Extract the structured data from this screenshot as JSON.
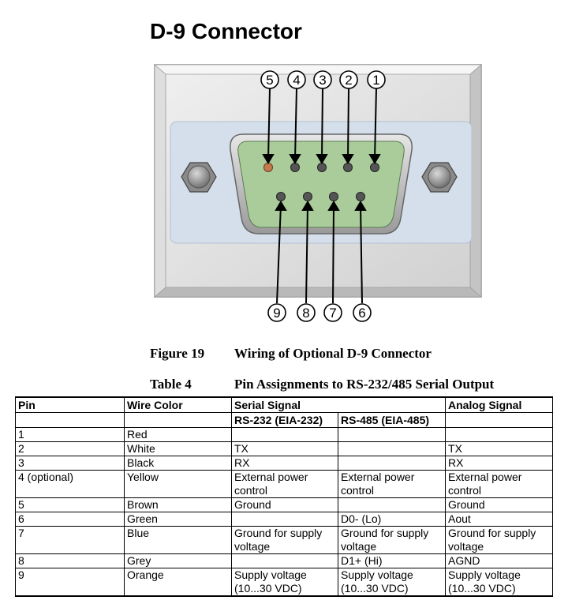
{
  "title": "D-9 Connector",
  "diagram": {
    "top_pins": [
      "5",
      "4",
      "3",
      "2",
      "1"
    ],
    "bottom_pins": [
      "9",
      "8",
      "7",
      "6"
    ]
  },
  "figure": {
    "number": "Figure 19",
    "caption": "Wiring of Optional D-9 Connector"
  },
  "table": {
    "number": "Table 4",
    "caption": "Pin Assignments to RS-232/485 Serial Output",
    "headers": {
      "pin": "Pin",
      "wire_color": "Wire Color",
      "serial_signal": "Serial Signal",
      "analog_signal": "Analog Signal"
    },
    "subheaders": {
      "rs232": "RS-232 (EIA-232)",
      "rs485": "RS-485 (EIA-485)"
    },
    "rows": [
      {
        "pin": "1",
        "wire_color": "Red",
        "rs232": "",
        "rs485": "",
        "analog": ""
      },
      {
        "pin": "2",
        "wire_color": "White",
        "rs232": "TX",
        "rs485": "",
        "analog": "TX"
      },
      {
        "pin": "3",
        "wire_color": "Black",
        "rs232": "RX",
        "rs485": "",
        "analog": "RX"
      },
      {
        "pin": "4 (optional)",
        "wire_color": "Yellow",
        "rs232": "External power control",
        "rs485": "External power control",
        "analog": "External power control"
      },
      {
        "pin": "5",
        "wire_color": "Brown",
        "rs232": "Ground",
        "rs485": "",
        "analog": "Ground"
      },
      {
        "pin": "6",
        "wire_color": "Green",
        "rs232": "",
        "rs485": "D0- (Lo)",
        "analog": "Aout"
      },
      {
        "pin": "7",
        "wire_color": "Blue",
        "rs232": "Ground for supply voltage",
        "rs485": "Ground for supply voltage",
        "analog": "Ground for supply voltage"
      },
      {
        "pin": "8",
        "wire_color": "Grey",
        "rs232": "",
        "rs485": "D1+ (Hi)",
        "analog": "AGND"
      },
      {
        "pin": "9",
        "wire_color": "Orange",
        "rs232": "Supply voltage (10...30 VDC)",
        "rs485": "Supply voltage (10...30 VDC)",
        "analog": "Supply voltage (10...30 VDC)"
      }
    ]
  },
  "colors": {
    "connector_face": "#a9cc9a",
    "pin_dark": "#555555",
    "pin_highlight": "#c47a4f",
    "plate": "#e2e2e2",
    "plate_edge": "#b8b8b8",
    "panel": "#d4dfeb"
  }
}
